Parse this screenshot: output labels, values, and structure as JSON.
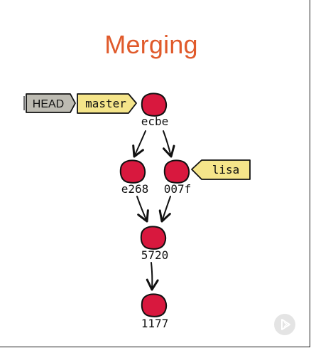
{
  "slide": {
    "title": "Merging"
  },
  "diagram": {
    "refs": {
      "head": "HEAD",
      "master": "master",
      "lisa": "lisa"
    },
    "commits": [
      "ecbe",
      "e268",
      "007f",
      "5720",
      "1177"
    ],
    "edges": [
      [
        "ecbe",
        "e268"
      ],
      [
        "ecbe",
        "007f"
      ],
      [
        "e268",
        "5720"
      ],
      [
        "007f",
        "5720"
      ],
      [
        "5720",
        "1177"
      ]
    ],
    "colors": {
      "commit": "#d8183e",
      "head_tag": "#bdbbb2",
      "branch_tag": "#f5e58a",
      "title": "#e05a2b"
    }
  },
  "player": {
    "icon": "play-icon"
  }
}
